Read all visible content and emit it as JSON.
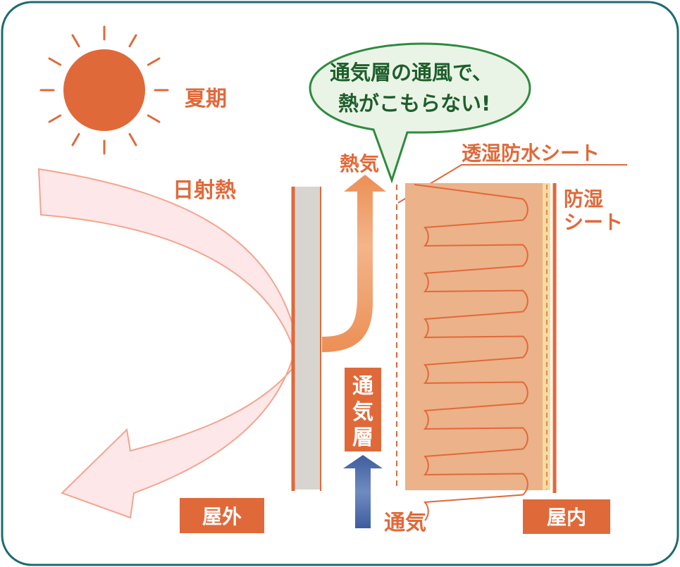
{
  "labels": {
    "season": "夏期",
    "solar_heat": "日射熱",
    "heat_air": "熱気",
    "bubble_line1": "通気層の通風で、",
    "bubble_line2": "熱がこもらない!",
    "breathable_sheet": "透湿防水シート",
    "vapor_barrier_line1": "防湿",
    "vapor_barrier_line2": "シート",
    "air_layer": [
      "通",
      "気",
      "層"
    ],
    "ventilation": "通気",
    "outdoor": "屋外",
    "indoor": "屋内"
  },
  "colors": {
    "frame": "#1d6b72",
    "orange": "#e0693a",
    "sun": "#e0693a",
    "insulation": "#ecb28a",
    "bubble_fill": "#e9f4e6",
    "bubble_stroke": "#2f8a3f",
    "bubble_text": "#1e5e2b",
    "pink_arrow": "#fde7e8",
    "wall_panel": "#d8d5d0",
    "vent_arrow": "#3f5c9e"
  }
}
